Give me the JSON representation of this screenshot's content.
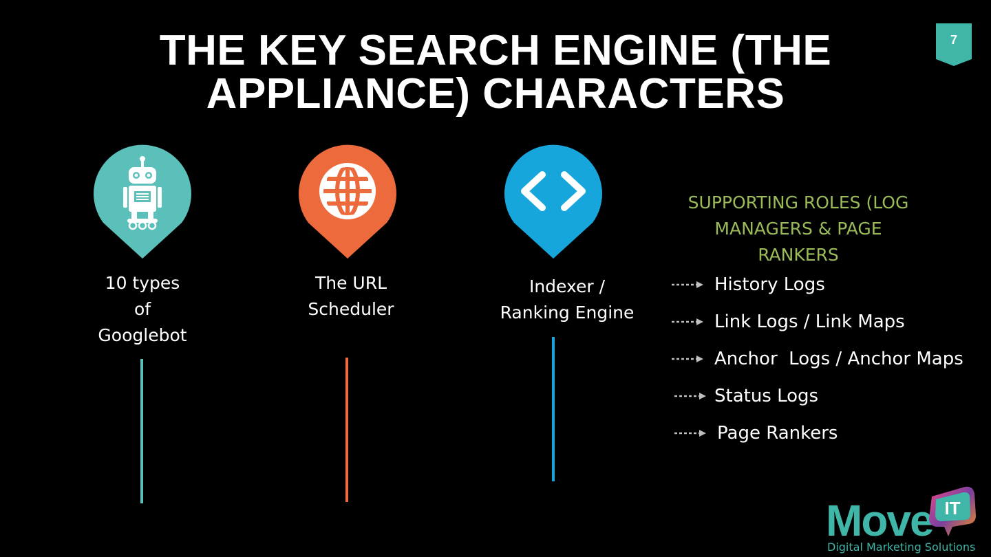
{
  "slide": {
    "title_line1": "THE KEY SEARCH ENGINE (THE",
    "title_line2": "APPLIANCE)  CHARACTERS",
    "number": "7"
  },
  "characters": [
    {
      "icon": "robot-icon",
      "color": "#5bbfba",
      "label_lines": [
        "10 types",
        "of",
        "Googlebot"
      ]
    },
    {
      "icon": "globe-icon",
      "color": "#ec6a3c",
      "label_lines": [
        "The URL",
        "Scheduler"
      ]
    },
    {
      "icon": "code-brackets-icon",
      "color": "#17a6dc",
      "label_lines": [
        "Indexer /",
        "Ranking Engine"
      ]
    }
  ],
  "supporting": {
    "title_lines": [
      "SUPPORTING ROLES (LOG",
      "MANAGERS & PAGE",
      "RANKERS"
    ],
    "title_color": "#9bbb59",
    "items": [
      "History Logs",
      "Link Logs / Link Maps",
      "Anchor  Logs / Anchor Maps",
      "Status Logs",
      "Page Rankers"
    ]
  },
  "logo": {
    "word": "Move",
    "badge": "IT",
    "tagline": "Digital Marketing Solutions",
    "color": "#3fb6a8"
  }
}
